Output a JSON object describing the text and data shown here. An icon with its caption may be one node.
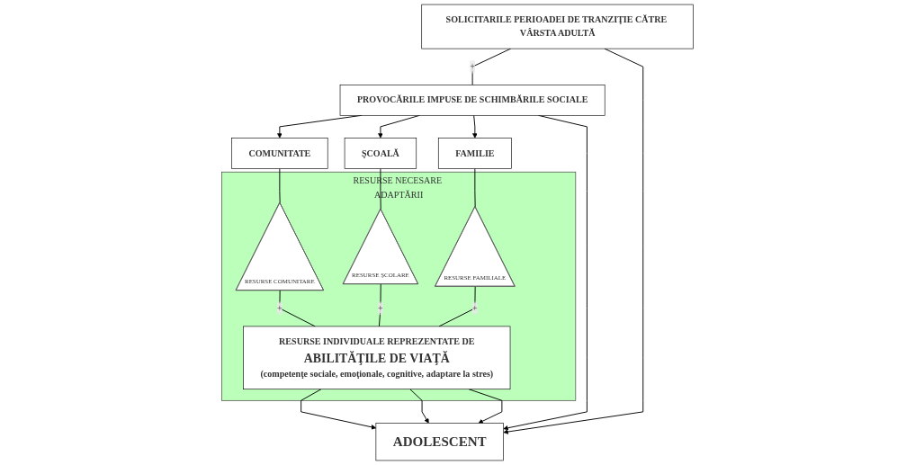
{
  "diagram": {
    "nodes": [
      {
        "text": [
          "PROVOCĂRILE IMPUSE DE SCHIMBĂRILE SOCIALE"
        ]
      },
      {
        "text": [
          "SOLICITARILE PERIOADEI DE TRANZIŢIE CĂTRE VÂRSTA ADULTĂ"
        ]
      },
      {
        "text": [
          "COMUNITATE"
        ]
      },
      {
        "text": [
          "ŞCOALĂ"
        ]
      },
      {
        "text": [
          "FAMILIE"
        ]
      },
      {
        "text": [
          "RESURSE NECESARE ADAPTĂRII"
        ]
      },
      {
        "text": [
          "RESURSE COMUNITARE"
        ],
        "in": 5
      },
      {
        "text": [
          "RESURSE ŞCOLARE"
        ],
        "in": 5
      },
      {
        "text": [
          "RESURSE FAMILIALE"
        ],
        "in": 5
      },
      {
        "text": [
          "RESURSE INDIVIDUALE REPREZENTATE DE",
          "ABILITĂŢILE DE VIAŢĂ",
          "(competenţe sociale, emoţionale, cognitive, adaptare la stres)"
        ],
        "in": 5
      },
      {
        "text": [
          "ADOLESCENT"
        ]
      }
    ],
    "edges": [
      {
        "from": 1,
        "to": 0,
        "arrow": "none",
        "label": "+"
      },
      {
        "from": 0,
        "to": 2,
        "arrow": "to"
      },
      {
        "from": 0,
        "to": 3,
        "arrow": "to"
      },
      {
        "from": 0,
        "to": 4,
        "arrow": "to"
      },
      {
        "from": 2,
        "to": 6,
        "arrow": "none"
      },
      {
        "from": 3,
        "to": 7,
        "arrow": "none"
      },
      {
        "from": 4,
        "to": 8,
        "arrow": "none"
      },
      {
        "from": 6,
        "to": 9,
        "arrow": "none",
        "label": "+"
      },
      {
        "from": 7,
        "to": 9,
        "arrow": "none",
        "label": "+"
      },
      {
        "from": 8,
        "to": 9,
        "arrow": "none",
        "label": "+"
      },
      {
        "from": 9,
        "to": 10,
        "arrow": "to"
      },
      {
        "from": 9,
        "to": 10,
        "arrow": "to"
      },
      {
        "from": 9,
        "to": 10,
        "arrow": "to"
      },
      {
        "from": 0,
        "to": 10,
        "arrow": "to"
      },
      {
        "from": 1,
        "to": 10,
        "arrow": "to"
      }
    ]
  }
}
